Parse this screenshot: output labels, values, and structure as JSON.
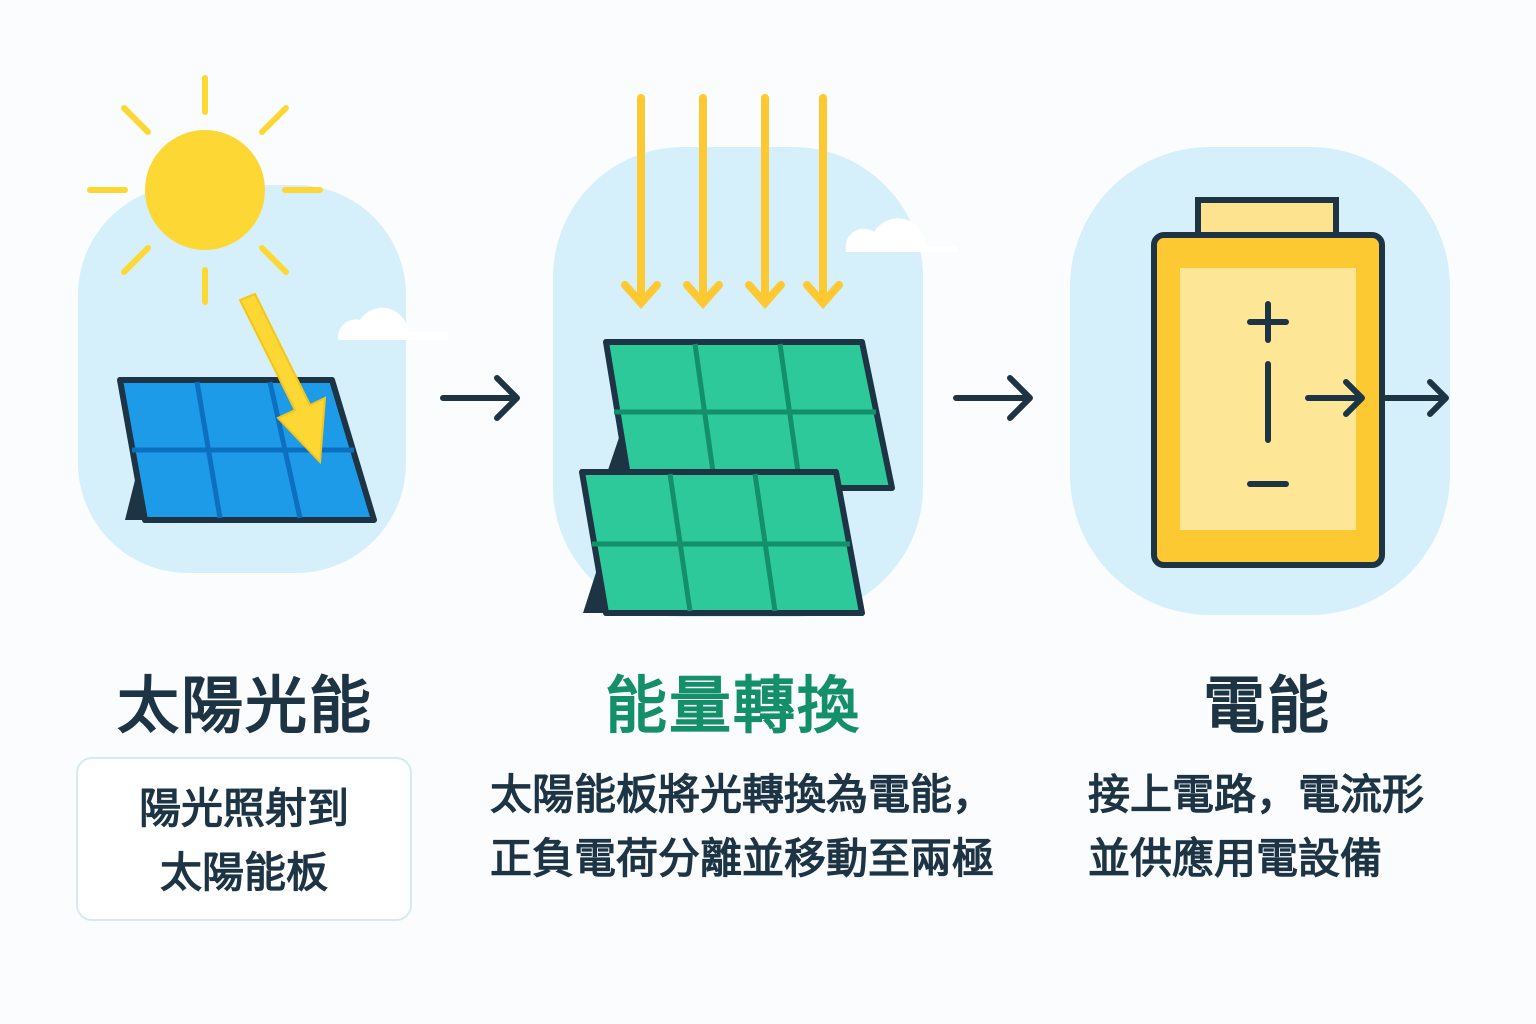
{
  "steps": [
    {
      "title": "太陽光能",
      "desc_lines": [
        "陽光照射到",
        "太陽能板"
      ]
    },
    {
      "title": "能量轉換",
      "desc_lines": [
        "太陽能板將光轉換為電能，",
        "正負電荷分離並移動至兩極"
      ]
    },
    {
      "title": "電能",
      "desc_lines": [
        "接上電路，電流形",
        "並供應用電設備"
      ]
    }
  ],
  "colors": {
    "title_dark": "#1d3445",
    "title_green": "#13906a",
    "sky": "#d6f0fb",
    "sun": "#fdd835",
    "panel_blue": "#1e9be8",
    "panel_green": "#2ec99a",
    "battery": "#fdc933"
  }
}
